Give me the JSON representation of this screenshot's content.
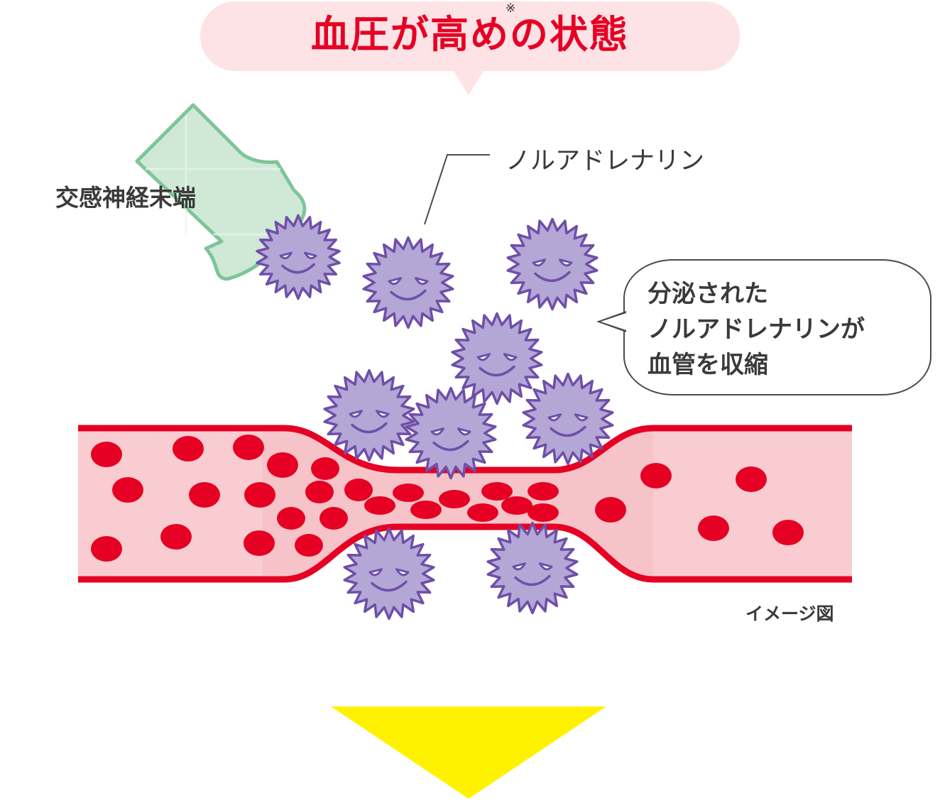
{
  "title": {
    "text": "血圧が高めの状態",
    "mark": "※"
  },
  "labels": {
    "nerve_ending": "交感神経末端",
    "noradrenaline": "ノルアドレナリン",
    "image_note": "イメージ図"
  },
  "speech_bubble": {
    "lines": [
      "分泌された",
      "ノルアドレナリンが",
      "血管を収縮"
    ]
  },
  "colors": {
    "title_text": "#e60023",
    "title_bg": "#fde2e6",
    "vessel_wall": "#e60023",
    "vessel_fill": "#f6c3c8",
    "blood_cell": "#e60023",
    "molecule_fill": "#b4a7d6",
    "molecule_outline": "#6f4fa8",
    "nerve_fill": "#cfe9d6",
    "nerve_outline": "#7fc49a",
    "arrow": "#fff200",
    "text": "#3a3a3a"
  },
  "icons": {
    "molecule": "spiky-face-molecule-icon",
    "nerve": "nerve-ending-icon",
    "arrow": "down-arrow-icon"
  }
}
